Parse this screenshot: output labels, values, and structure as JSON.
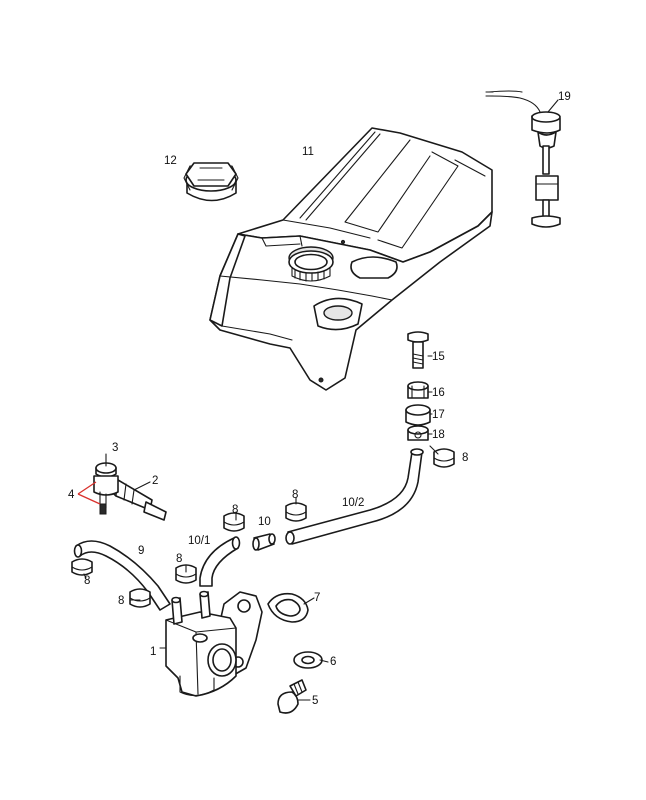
{
  "diagram": {
    "labels": {
      "p1": "1",
      "p2": "2",
      "p3": "3",
      "p4": "4",
      "p5": "5",
      "p6": "6",
      "p7": "7",
      "p8a": "8",
      "p8b": "8",
      "p8c": "8",
      "p8d": "8",
      "p8e": "8",
      "p8f": "8",
      "p9": "9",
      "p10": "10",
      "p10_1": "10/1",
      "p10_2": "10/2",
      "p11": "11",
      "p12": "12",
      "p15": "15",
      "p16": "16",
      "p17": "17",
      "p18": "18",
      "p19": "19"
    },
    "colors": {
      "line": "#1a1a1a",
      "leader_red": "#d9302c",
      "background": "#ffffff"
    }
  }
}
